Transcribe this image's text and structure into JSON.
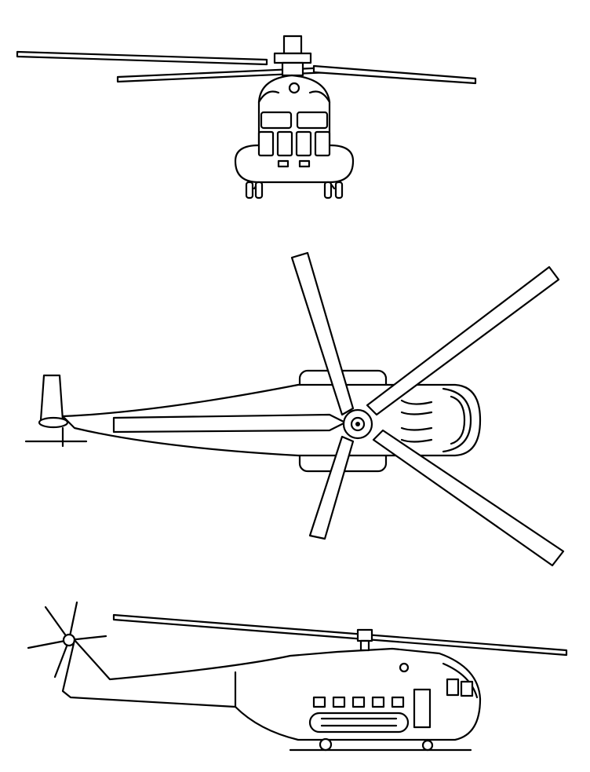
{
  "drawing": {
    "views": [
      "front-view",
      "top-view",
      "side-view"
    ],
    "colors": {
      "line": "#000000",
      "background": "#ffffff"
    }
  }
}
